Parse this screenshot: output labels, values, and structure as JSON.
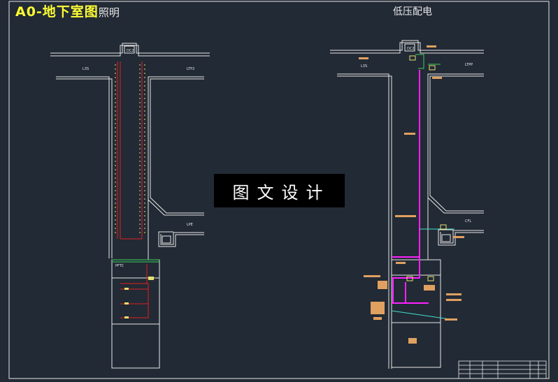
{
  "sheet": {
    "title_main": "A0-地下室图",
    "title_suffix": "照明",
    "title_right": "低压配电",
    "watermark": "图文设计"
  },
  "plan_left": {
    "room_top": "DC2",
    "label_left": "L3S",
    "label_right": "LTP2",
    "label_mid_right": "LPE",
    "label_lower": "PFTC"
  },
  "plan_right": {
    "room_top": "DC2",
    "label_left": "L3S",
    "label_right": "LTPP",
    "label_mid_right": "CFL"
  },
  "colors": {
    "background": "#222a35",
    "wall": "#e8e8e8",
    "cable_red": "#e02020",
    "cable_magenta": "#ff20ff",
    "fixture_yellow": "#e8e070",
    "annotation_orange": "#e0a060",
    "green_wire": "#40d060",
    "cyan_wire": "#40e0d0"
  }
}
